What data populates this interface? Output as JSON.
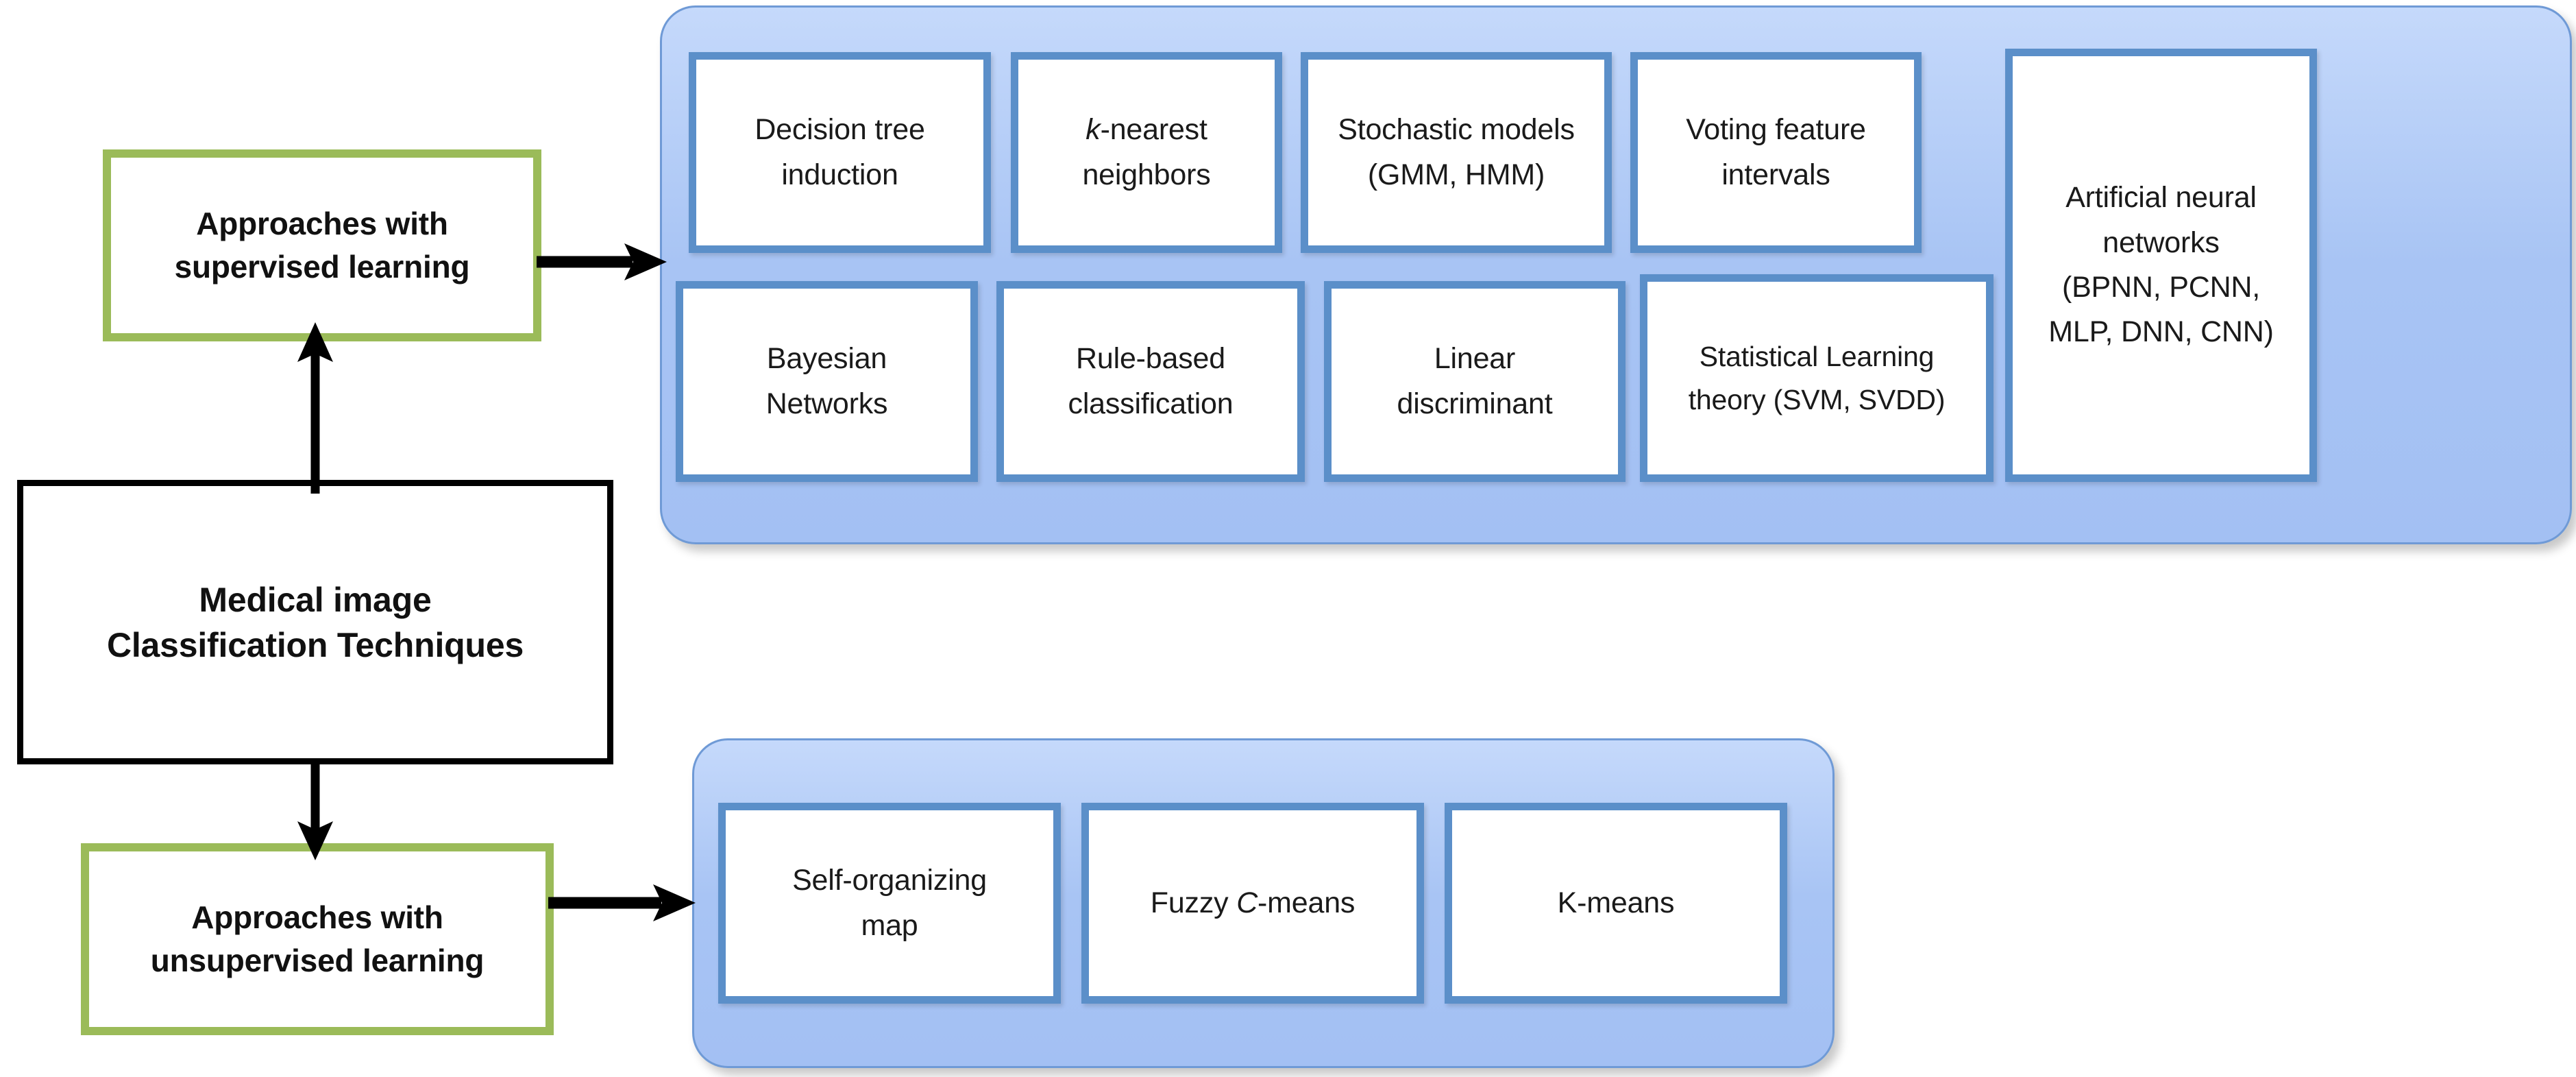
{
  "diagram": {
    "title": "Medical image Classification Techniques",
    "colors": {
      "root_border": "#000000",
      "branch_border": "#9BBB59",
      "group_fill": "#A8C4F4",
      "group_border": "#6F9AD6",
      "leaf_border": "#5B8FC9",
      "leaf_fill": "#FFFFFF",
      "connector": "#000000",
      "background": "#FFFFFF"
    },
    "root": {
      "line1": "Medical image",
      "line2": "Classification Techniques"
    },
    "branches": [
      {
        "id": "supervised",
        "line1": "Approaches with",
        "line2": "supervised learning"
      },
      {
        "id": "unsupervised",
        "line1": "Approaches with",
        "line2": "unsupervised learning"
      }
    ],
    "groups": [
      {
        "id": "supervised-group",
        "rows": [
          [
            {
              "id": "decision-tree-induction",
              "line1": "Decision tree",
              "line2": "induction"
            },
            {
              "id": "k-nearest-neighbors",
              "line1_italic": "k",
              "line1_rest": "-nearest",
              "line2": "neighbors"
            },
            {
              "id": "stochastic-models",
              "line1": "Stochastic models",
              "line2": "(GMM, HMM)"
            },
            {
              "id": "voting-feature-intervals",
              "line1": "Voting feature",
              "line2": "intervals"
            }
          ],
          [
            {
              "id": "bayesian-networks",
              "line1": "Bayesian",
              "line2": "Networks"
            },
            {
              "id": "rule-based-classification",
              "line1": "Rule-based",
              "line2": "classification"
            },
            {
              "id": "linear-discriminant",
              "line1": "Linear",
              "line2": "discriminant"
            },
            {
              "id": "statistical-learning-theory",
              "line1": "Statistical Learning",
              "line2": "theory (SVM, SVDD)"
            }
          ]
        ],
        "tall": {
          "id": "artificial-neural-networks",
          "line1": "Artificial neural",
          "line2": "networks",
          "line3": "(BPNN, PCNN,",
          "line4": "MLP, DNN, CNN)"
        }
      },
      {
        "id": "unsupervised-group",
        "rows": [
          [
            {
              "id": "self-organizing-map",
              "line1": "Self-organizing",
              "line2": "map"
            },
            {
              "id": "fuzzy-c-means",
              "pre": "Fuzzy ",
              "italic": "C",
              "post": "-means"
            },
            {
              "id": "k-means",
              "line1": "K-means"
            }
          ]
        ]
      }
    ],
    "connectors": [
      {
        "id": "root-to-supervised",
        "direction": "up"
      },
      {
        "id": "root-to-unsupervised",
        "direction": "down"
      },
      {
        "id": "supervised-to-group",
        "direction": "right"
      },
      {
        "id": "unsupervised-to-group",
        "direction": "right"
      }
    ]
  }
}
